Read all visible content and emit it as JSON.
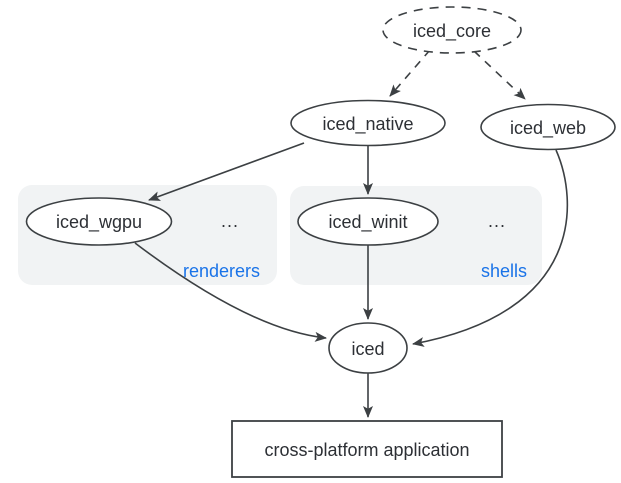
{
  "diagram": {
    "colors": {
      "background": "#ffffff",
      "node_fill": "#ffffff",
      "stroke": "#3c4043",
      "text": "#2d3035",
      "group_fill": "#f1f3f4",
      "group_label": "#1a73e8"
    },
    "nodes": {
      "iced_core": {
        "label": "iced_core",
        "shape": "ellipse",
        "border": "dashed"
      },
      "iced_native": {
        "label": "iced_native",
        "shape": "ellipse",
        "border": "solid"
      },
      "iced_web": {
        "label": "iced_web",
        "shape": "ellipse",
        "border": "solid"
      },
      "iced_wgpu": {
        "label": "iced_wgpu",
        "shape": "ellipse",
        "border": "solid",
        "group": "renderers"
      },
      "iced_winit": {
        "label": "iced_winit",
        "shape": "ellipse",
        "border": "solid",
        "group": "shells"
      },
      "iced": {
        "label": "iced",
        "shape": "ellipse",
        "border": "solid"
      },
      "application": {
        "label": "cross-platform application",
        "shape": "rectangle",
        "border": "solid"
      }
    },
    "groups": {
      "renderers": {
        "label": "renderers",
        "ellipsis": "..."
      },
      "shells": {
        "label": "shells",
        "ellipsis": "..."
      }
    },
    "edges": [
      {
        "from": "iced_core",
        "to": "iced_native",
        "style": "dashed"
      },
      {
        "from": "iced_core",
        "to": "iced_web",
        "style": "dashed"
      },
      {
        "from": "iced_native",
        "to": "iced_wgpu",
        "style": "solid"
      },
      {
        "from": "iced_native",
        "to": "iced_winit",
        "style": "solid"
      },
      {
        "from": "iced_wgpu",
        "to": "iced",
        "style": "solid"
      },
      {
        "from": "iced_winit",
        "to": "iced",
        "style": "solid"
      },
      {
        "from": "iced_web",
        "to": "iced",
        "style": "solid"
      },
      {
        "from": "iced",
        "to": "application",
        "style": "solid"
      }
    ]
  }
}
